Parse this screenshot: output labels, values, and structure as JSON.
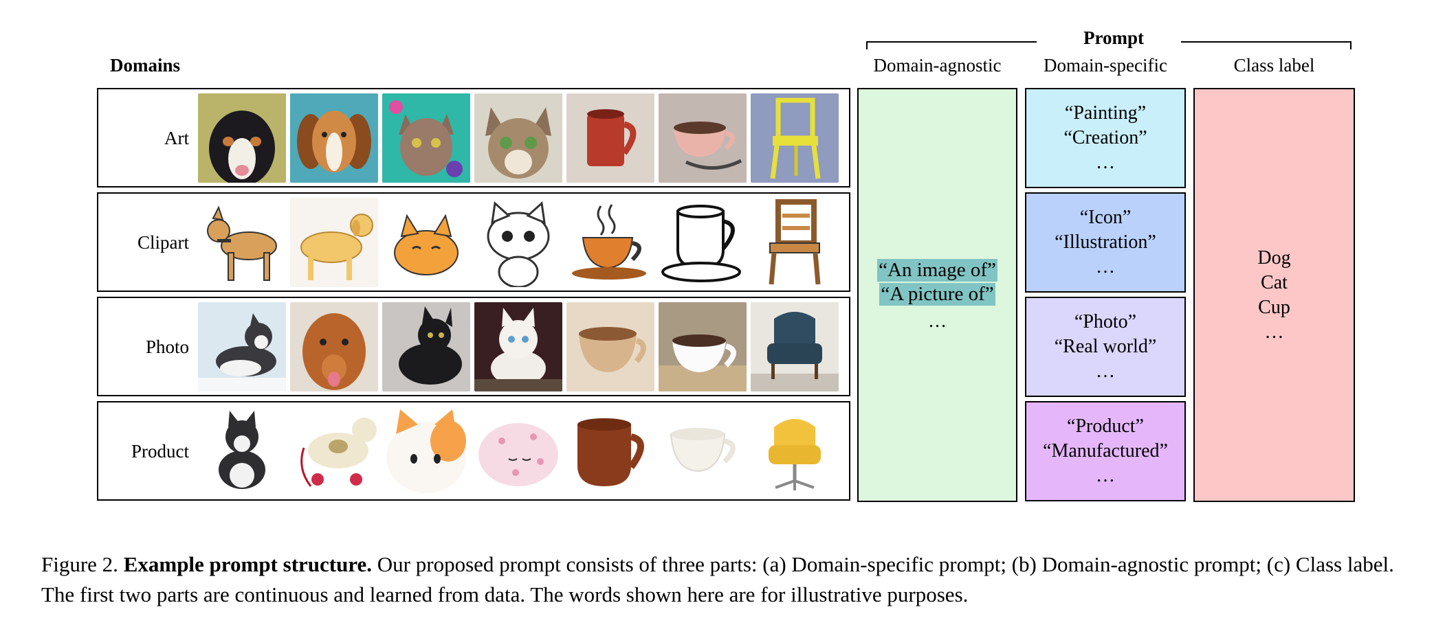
{
  "domains_title": "Domains",
  "prompt_title": "Prompt",
  "columns": {
    "agnostic": "Domain-agnostic",
    "specific": "Domain-specific",
    "class": "Class label"
  },
  "rows": [
    {
      "label": "Art"
    },
    {
      "label": "Clipart"
    },
    {
      "label": "Photo"
    },
    {
      "label": "Product"
    }
  ],
  "agnostic_prompts": [
    "“An image of”",
    "“A picture of”",
    "…"
  ],
  "specific_prompts": [
    {
      "lines": [
        "“Painting”",
        "“Creation”",
        "…"
      ],
      "color": "#c9effb"
    },
    {
      "lines": [
        "“Icon”",
        "“Illustration”",
        "…"
      ],
      "color": "#b9d1fb"
    },
    {
      "lines": [
        "“Photo”",
        "“Real world”",
        "…"
      ],
      "color": "#dbd6fb"
    },
    {
      "lines": [
        "“Product”",
        "“Manufactured”",
        "…"
      ],
      "color": "#e5b7fa"
    }
  ],
  "class_labels": [
    "Dog",
    "Cat",
    "Cup",
    "…"
  ],
  "caption": {
    "prefix": "Figure 2.",
    "bold": "Example prompt structure.",
    "text": "Our proposed prompt consists of three parts: (a) Domain-specific prompt; (b) Domain-agnostic prompt; (c) Class label. The first two parts are continuous and learned from data. The words shown here are for illustrative purposes."
  },
  "colors": {
    "agnostic_bg": "#dcf7de",
    "agnostic_highlight": "#80c4c3",
    "class_bg": "#fcc7c6"
  }
}
